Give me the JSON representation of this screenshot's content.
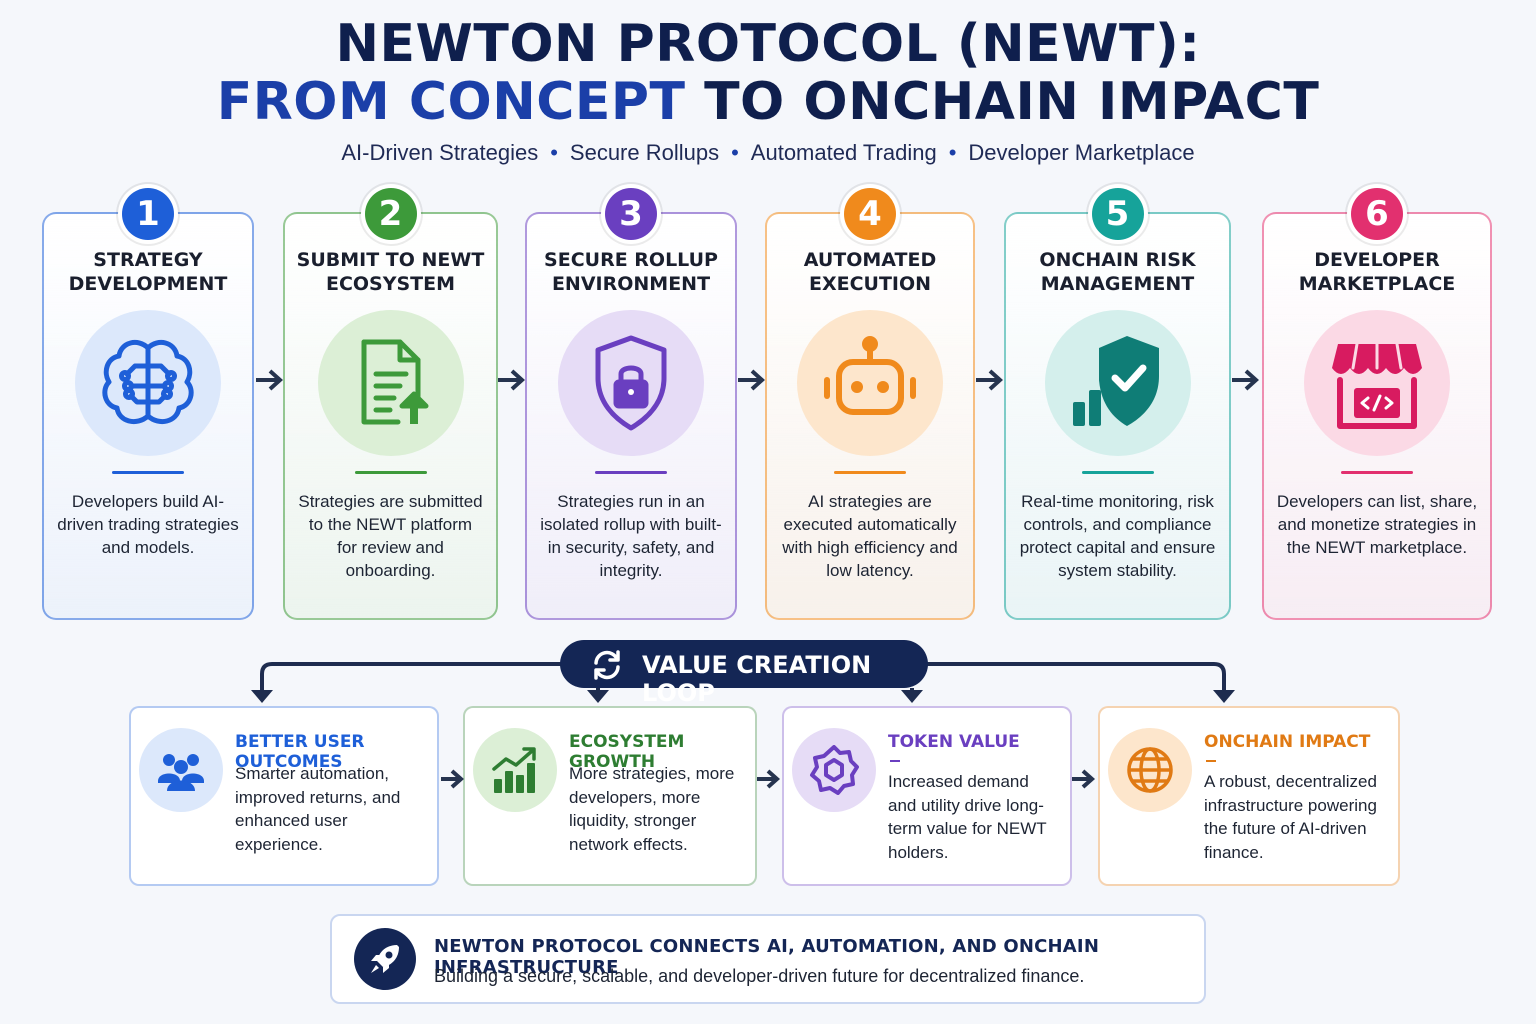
{
  "header": {
    "title_line1": "NEWTON PROTOCOL (NEWT):",
    "title_line2_accent": "FROM CONCEPT",
    "title_line2_rest": " TO ONCHAIN IMPACT",
    "tags": [
      "AI-Driven Strategies",
      "Secure Rollups",
      "Automated Trading",
      "Developer Marketplace"
    ],
    "separator": "•"
  },
  "steps": [
    {
      "number": "1",
      "title": "STRATEGY DEVELOPMENT",
      "description": "Developers build AI-driven trading strategies and models.",
      "color": "#1e5fd8",
      "tint": "#dce8fb",
      "icon": "brain-circuit-icon"
    },
    {
      "number": "2",
      "title": "SUBMIT TO NEWT ECOSYSTEM",
      "description": "Strategies are submitted to the NEWT platform for review and onboarding.",
      "color": "#3d9a3a",
      "tint": "#dcefd6",
      "icon": "document-upload-icon"
    },
    {
      "number": "3",
      "title": "SECURE ROLLUP ENVIRONMENT",
      "description": "Strategies run in an isolated rollup with built-in security, safety, and integrity.",
      "color": "#6a3fc0",
      "tint": "#e6dcf6",
      "icon": "shield-lock-icon"
    },
    {
      "number": "4",
      "title": "AUTOMATED EXECUTION",
      "description": "AI strategies are executed automatically with high efficiency and low latency.",
      "color": "#f08a1c",
      "tint": "#fde6cc",
      "icon": "robot-icon"
    },
    {
      "number": "5",
      "title": "ONCHAIN RISK MANAGEMENT",
      "description": "Real-time monitoring, risk controls, and compliance protect capital and ensure system stability.",
      "color": "#16a39a",
      "tint": "#d4efec",
      "icon": "shield-check-chart-icon"
    },
    {
      "number": "6",
      "title": "DEVELOPER MARKETPLACE",
      "description": "Developers can list, share, and monetize strategies in the NEWT marketplace.",
      "color": "#e2306f",
      "tint": "#fbd9e5",
      "icon": "storefront-code-icon"
    }
  ],
  "loop": {
    "label": "VALUE CREATION LOOP",
    "icon": "refresh-icon"
  },
  "outcomes": [
    {
      "title": "BETTER USER OUTCOMES",
      "description": "Smarter automation, improved returns, and enhanced user experience.",
      "color": "#1e5fd8",
      "tint": "#dce8fb",
      "icon": "users-icon"
    },
    {
      "title": "ECOSYSTEM GROWTH",
      "description": "More strategies, more developers, more liquidity, stronger network effects.",
      "color": "#2e7d32",
      "tint": "#dcefd6",
      "icon": "growth-chart-icon"
    },
    {
      "title": "TOKEN VALUE",
      "description": "Increased demand and utility drive long-term value for NEWT holders.",
      "color": "#6a3fc0",
      "tint": "#e6dcf6",
      "icon": "token-icon"
    },
    {
      "title": "ONCHAIN IMPACT",
      "description": "A robust, decentralized infrastructure powering the future of AI-driven finance.",
      "color": "#e07a14",
      "tint": "#fde6cc",
      "icon": "globe-icon"
    }
  ],
  "banner": {
    "title": "NEWTON PROTOCOL CONNECTS AI, AUTOMATION, AND ONCHAIN INFRASTRUCTURE",
    "description": "Building a secure, scalable, and developer-driven future for decentralized finance.",
    "icon": "rocket-icon"
  }
}
